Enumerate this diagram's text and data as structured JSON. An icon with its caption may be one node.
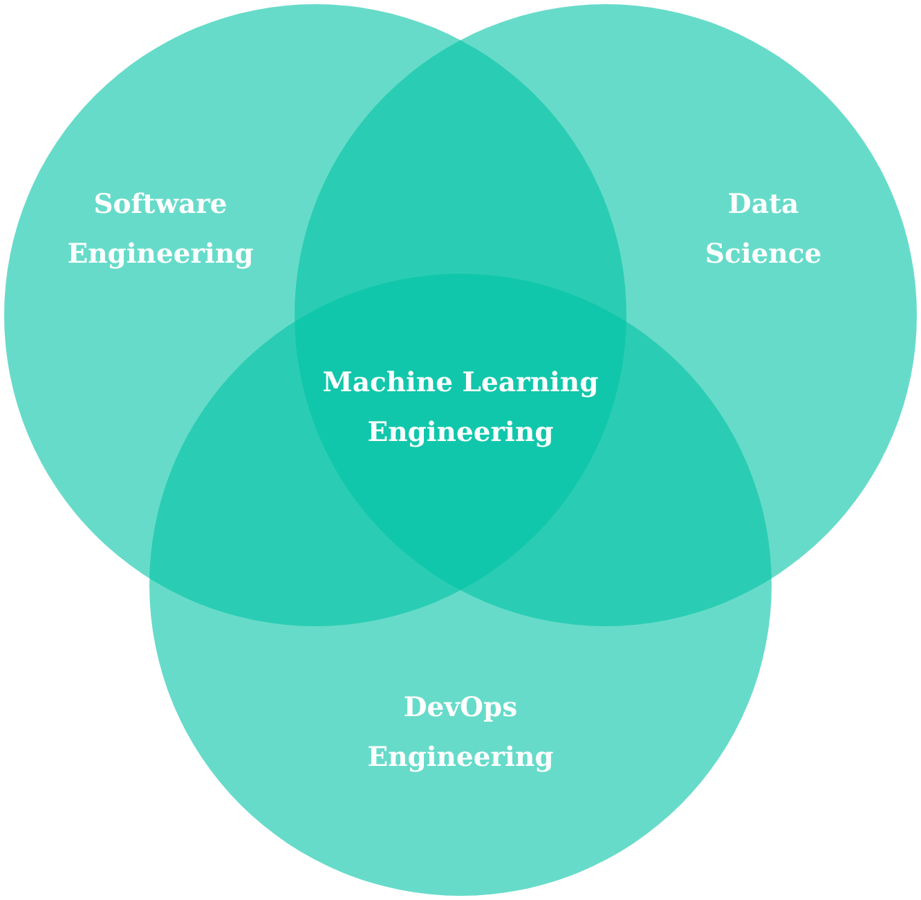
{
  "diagram": {
    "nodes": [
      {
        "text": [
          "Software Engineering"
        ]
      },
      {
        "text": [
          "Data Science"
        ]
      },
      {
        "text": [
          "DevOps Engineering"
        ]
      }
    ],
    "labels": [
      "Machine Learning Engineering"
    ]
  }
}
